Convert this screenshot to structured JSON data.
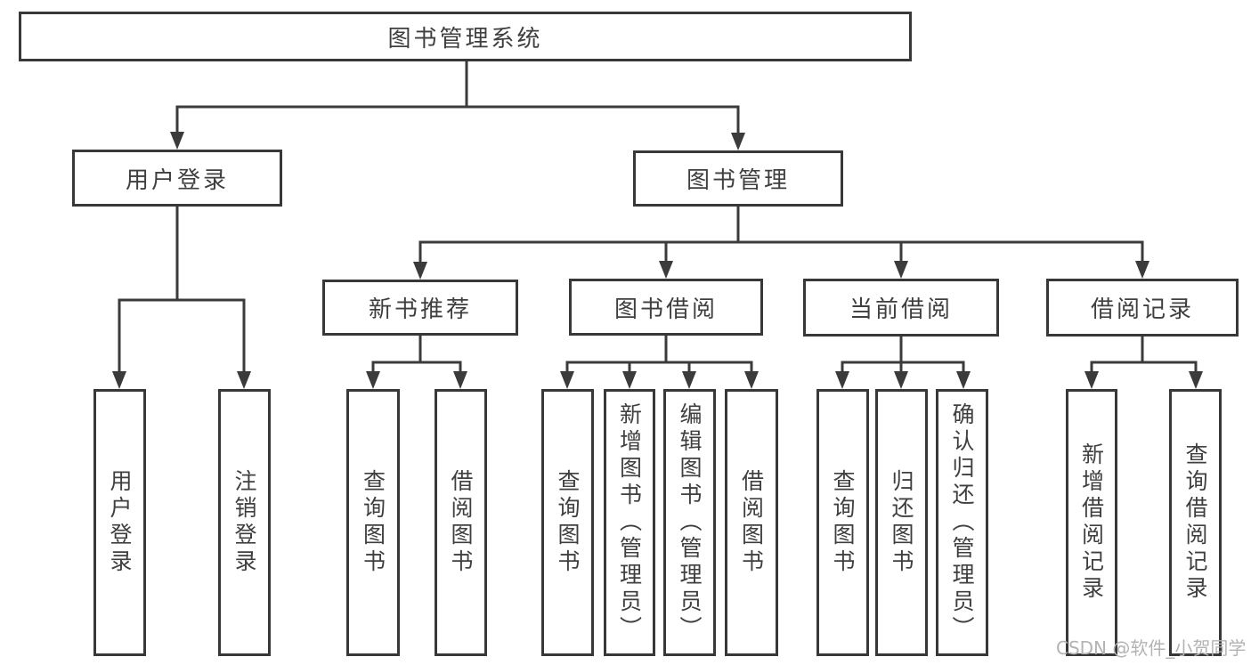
{
  "diagram": {
    "root": {
      "label": "图书管理系统"
    },
    "level2": [
      {
        "label": "用户登录"
      },
      {
        "label": "图书管理"
      }
    ],
    "level3": [
      {
        "label": "新书推荐"
      },
      {
        "label": "图书借阅"
      },
      {
        "label": "当前借阅"
      },
      {
        "label": "借阅记录"
      }
    ],
    "leaves": [
      {
        "label": "用户登录"
      },
      {
        "label": "注销登录"
      },
      {
        "label": "查询图书"
      },
      {
        "label": "借阅图书"
      },
      {
        "label": "查询图书"
      },
      {
        "label": "新增图书（管理员）"
      },
      {
        "label": "编辑图书（管理员）"
      },
      {
        "label": "借阅图书"
      },
      {
        "label": "查询图书"
      },
      {
        "label": "归还图书"
      },
      {
        "label": "确认归还（管理员）"
      },
      {
        "label": "新增借阅记录"
      },
      {
        "label": "查询借阅记录"
      }
    ]
  },
  "watermark": {
    "text": "CSDN @软件_小贺同学"
  },
  "colors": {
    "line": "#3b3b3b",
    "border": "#383838",
    "text": "#3f3f3f",
    "watermark": "#b3b3b3",
    "background": "#ffffff"
  }
}
